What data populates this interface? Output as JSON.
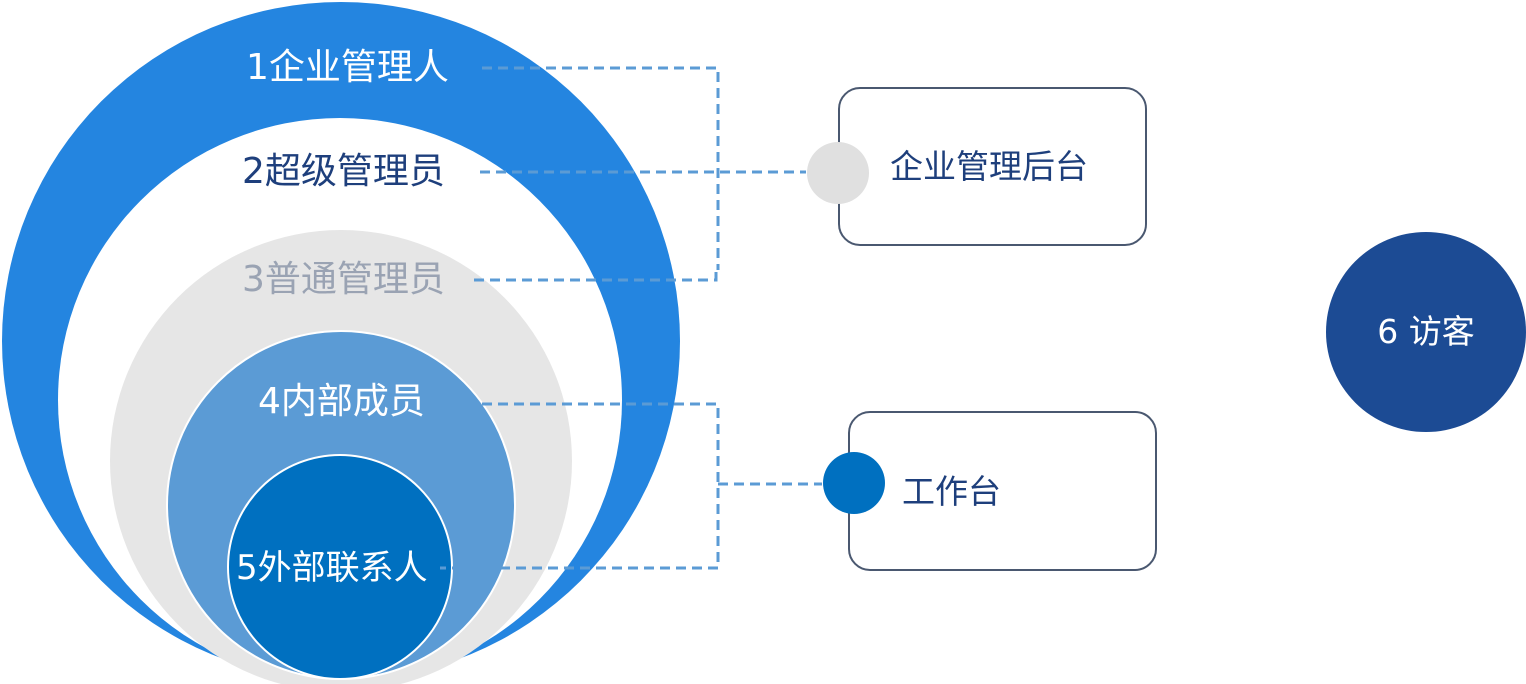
{
  "rings": [
    {
      "label": "1企业管理人",
      "color": "#2485e0"
    },
    {
      "label": "2超级管理员",
      "color": "#ffffff"
    },
    {
      "label": "3普通管理员",
      "color": "#e6e6e6"
    },
    {
      "label": "4内部成员",
      "color": "#5b9bd5"
    },
    {
      "label": "5外部联系人",
      "color": "#0070c0"
    }
  ],
  "targets": {
    "admin_console": {
      "label": "企业管理后台",
      "node_color": "#e0e0e0"
    },
    "workbench": {
      "label": "工作台",
      "node_color": "#0070c0"
    }
  },
  "visitor": {
    "label": "6 访客",
    "color": "#1c4b94"
  },
  "connector_color": "#5b9bd5"
}
